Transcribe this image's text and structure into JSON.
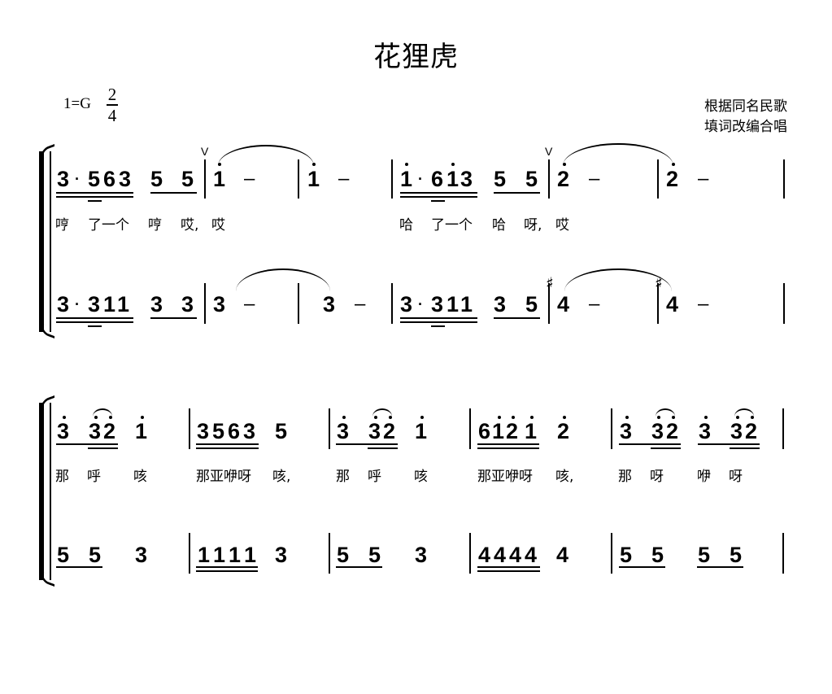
{
  "header": {
    "title": "花狸虎",
    "key": "1=G",
    "time_signature": {
      "numerator": "2",
      "denominator": "4"
    },
    "credit_line1": "根据同名民歌",
    "credit_line2": "填词改编合唱"
  },
  "system1": {
    "upper": {
      "measures": [
        {
          "notes": "3·563  5 5",
          "text": [
            "3",
            "·",
            "5",
            "6",
            "3",
            "5",
            "5"
          ]
        },
        {
          "notes": "i̇ –",
          "text": [
            "1",
            "–"
          ],
          "high_dot": true
        },
        {
          "notes": "i̇ –",
          "text": [
            "1",
            "–"
          ],
          "high_dot": true
        },
        {
          "notes": "i̇·6i̇3  5 5",
          "text": [
            "1",
            "·",
            "6",
            "1",
            "3",
            "5",
            "5"
          ]
        },
        {
          "notes": "2̇ –",
          "text": [
            "2",
            "–"
          ],
          "high_dot": true
        },
        {
          "notes": "2̇ –",
          "text": [
            "2",
            "–"
          ],
          "high_dot": true
        }
      ],
      "lyrics": {
        "m1": [
          "哼",
          "了一个",
          "哼",
          "哎,",
          "哎"
        ],
        "m4": [
          "哈",
          "了一个",
          "哈",
          "呀,",
          "哎"
        ]
      }
    },
    "lower": {
      "measures": [
        {
          "text": [
            "3",
            "·",
            "3",
            "1",
            "1",
            "3",
            "3"
          ]
        },
        {
          "text": [
            "3",
            "–"
          ]
        },
        {
          "text": [
            "3",
            "–"
          ]
        },
        {
          "text": [
            "3",
            "·",
            "3",
            "1",
            "1",
            "3",
            "5"
          ]
        },
        {
          "text": [
            "4",
            "–"
          ],
          "sharp": "♯"
        },
        {
          "text": [
            "4",
            "–"
          ],
          "sharp": "♯"
        }
      ]
    },
    "breath_mark": "V"
  },
  "system2": {
    "upper": {
      "measures": [
        {
          "text": [
            "3",
            "3",
            "2",
            "1"
          ]
        },
        {
          "text": [
            "3",
            "5",
            "6",
            "3",
            "5"
          ]
        },
        {
          "text": [
            "3",
            "3",
            "2",
            "1"
          ]
        },
        {
          "text": [
            "6",
            "1",
            "2",
            "1",
            "2"
          ]
        },
        {
          "text": [
            "3",
            "3",
            "2",
            "3",
            "3",
            "2"
          ]
        }
      ],
      "lyrics": [
        [
          "那",
          "呼",
          "咳"
        ],
        [
          "那亚咿呀",
          "咳,"
        ],
        [
          "那",
          "呼",
          "咳"
        ],
        [
          "那亚咿呀",
          "咳,"
        ],
        [
          "那",
          "呀",
          "咿",
          "呀"
        ]
      ]
    },
    "lower": {
      "measures": [
        {
          "text": [
            "5",
            "5",
            "3"
          ]
        },
        {
          "text": [
            "1",
            "1",
            "1",
            "1",
            "3"
          ]
        },
        {
          "text": [
            "5",
            "5",
            "3"
          ]
        },
        {
          "text": [
            "4",
            "4",
            "4",
            "4",
            "4"
          ]
        },
        {
          "text": [
            "5",
            "5",
            "5",
            "5"
          ]
        }
      ]
    }
  },
  "dash": "–"
}
